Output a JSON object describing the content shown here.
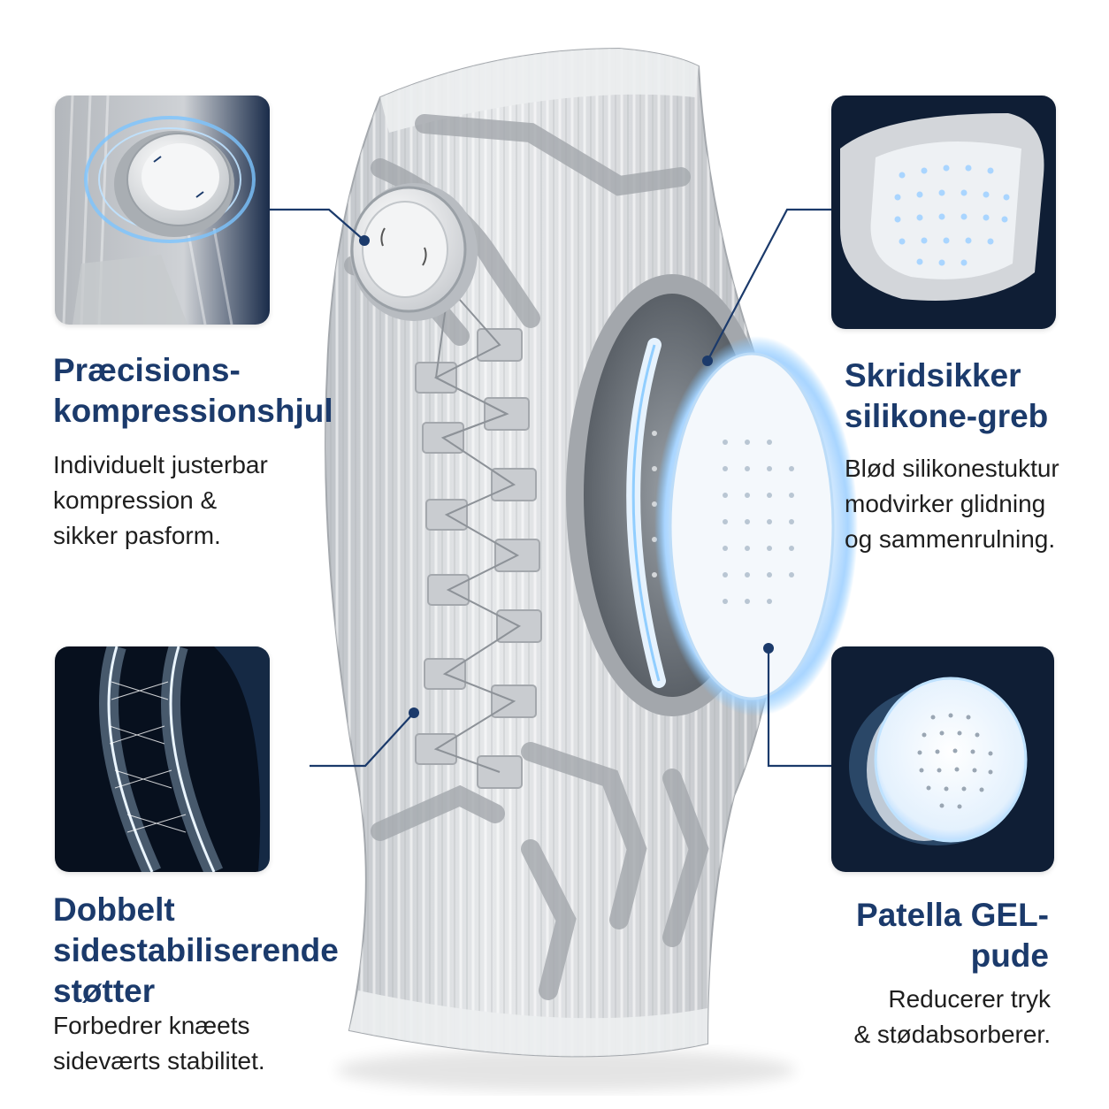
{
  "features": {
    "wheel": {
      "title": [
        "Præcisions-",
        "kompressionshjul"
      ],
      "text": [
        "Individuelt justerbar",
        "kompression &",
        "sikker pasform."
      ],
      "icon": "compression-dial-icon"
    },
    "grip": {
      "title": [
        "Skridsikker",
        "silikone-greb"
      ],
      "text": [
        "Blød silikonestuktur",
        "modvirker glidning",
        "og sammenrulning."
      ],
      "icon": "silicone-grip-icon"
    },
    "stabilizer": {
      "title": [
        "Dobbelt",
        "sidestabiliserende",
        "støtter"
      ],
      "text": [
        "Forbedrer knæets",
        "sideværts stabilitet."
      ],
      "icon": "side-stabilizer-icon"
    },
    "patella": {
      "title": [
        "Patella GEL-",
        "pude"
      ],
      "text": [
        "Reducerer tryk",
        "& stødabsorberer."
      ],
      "icon": "patella-gel-pad-icon"
    }
  },
  "colors": {
    "heading": "#1b3a6b",
    "leader_line": "#1b3a6b",
    "accent_glow": "#7cc4ff",
    "sleeve": "#d9dbde",
    "thumb_dark": "#0f1e35"
  }
}
